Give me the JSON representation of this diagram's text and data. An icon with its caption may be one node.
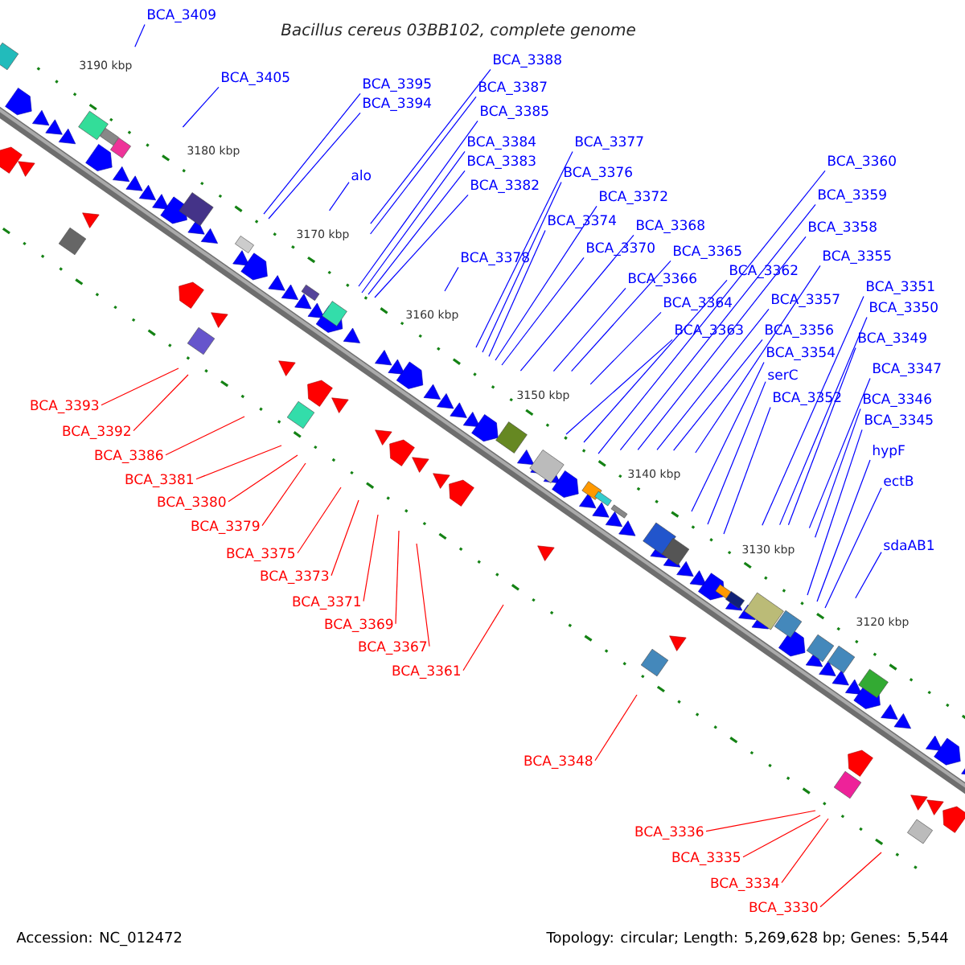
{
  "diagram": {
    "title": "Bacillus cereus 03BB102, complete genome",
    "nodes": [
      {
        "text": [
          "BCA_3409"
        ]
      },
      {
        "text": [
          "BCA_3405"
        ]
      },
      {
        "text": [
          "BCA_3395"
        ]
      },
      {
        "text": [
          "BCA_3394"
        ]
      },
      {
        "text": [
          "BCA_3388"
        ]
      },
      {
        "text": [
          "BCA_3387"
        ]
      },
      {
        "text": [
          "BCA_3385"
        ]
      },
      {
        "text": [
          "BCA_3384"
        ]
      },
      {
        "text": [
          "BCA_3383"
        ]
      },
      {
        "text": [
          "BCA_3382"
        ]
      },
      {
        "text": [
          "BCA_3377"
        ]
      },
      {
        "text": [
          "BCA_3376"
        ]
      },
      {
        "text": [
          "alo"
        ]
      },
      {
        "text": [
          "BCA_3372"
        ]
      },
      {
        "text": [
          "BCA_3374"
        ]
      },
      {
        "text": [
          "BCA_3368"
        ]
      },
      {
        "text": [
          "BCA_3378"
        ]
      },
      {
        "text": [
          "BCA_3370"
        ]
      },
      {
        "text": [
          "BCA_3365"
        ]
      },
      {
        "text": [
          "BCA_3362"
        ]
      },
      {
        "text": [
          "BCA_3366"
        ]
      },
      {
        "text": [
          "BCA_3360"
        ]
      },
      {
        "text": [
          "BCA_3359"
        ]
      },
      {
        "text": [
          "BCA_3358"
        ]
      },
      {
        "text": [
          "BCA_3355"
        ]
      },
      {
        "text": [
          "BCA_3364"
        ]
      },
      {
        "text": [
          "BCA_3357"
        ]
      },
      {
        "text": [
          "BCA_3351"
        ]
      },
      {
        "text": [
          "BCA_3350"
        ]
      },
      {
        "text": [
          "BCA_3363"
        ]
      },
      {
        "text": [
          "BCA_3356"
        ]
      },
      {
        "text": [
          "BCA_3349"
        ]
      },
      {
        "text": [
          "BCA_3354"
        ]
      },
      {
        "text": [
          "serC"
        ]
      },
      {
        "text": [
          "BCA_3347"
        ]
      },
      {
        "text": [
          "BCA_3352"
        ]
      },
      {
        "text": [
          "BCA_3346"
        ]
      },
      {
        "text": [
          "BCA_3345"
        ]
      },
      {
        "text": [
          "hypF"
        ]
      },
      {
        "text": [
          "ectB"
        ]
      },
      {
        "text": [
          "sdaAB1"
        ]
      },
      {
        "text": [
          "BCA_3393"
        ]
      },
      {
        "text": [
          "BCA_3392"
        ]
      },
      {
        "text": [
          "BCA_3386"
        ]
      },
      {
        "text": [
          "BCA_3381"
        ]
      },
      {
        "text": [
          "BCA_3380"
        ]
      },
      {
        "text": [
          "BCA_3379"
        ]
      },
      {
        "text": [
          "BCA_3375"
        ]
      },
      {
        "text": [
          "BCA_3373"
        ]
      },
      {
        "text": [
          "BCA_3371"
        ]
      },
      {
        "text": [
          "BCA_3369"
        ]
      },
      {
        "text": [
          "BCA_3367"
        ]
      },
      {
        "text": [
          "BCA_3361"
        ]
      },
      {
        "text": [
          "BCA_3348"
        ]
      },
      {
        "text": [
          "BCA_3336"
        ]
      },
      {
        "text": [
          "BCA_3335"
        ]
      },
      {
        "text": [
          "BCA_3334"
        ]
      },
      {
        "text": [
          "BCA_3330"
        ]
      }
    ],
    "edges": [
      {
        "from": 0,
        "to": null,
        "arrow": "none"
      },
      {
        "from": 1,
        "to": null,
        "arrow": "none"
      },
      {
        "from": 2,
        "to": null,
        "arrow": "none"
      },
      {
        "from": 3,
        "to": null,
        "arrow": "none"
      },
      {
        "from": 4,
        "to": null,
        "arrow": "none"
      },
      {
        "from": 5,
        "to": null,
        "arrow": "none"
      },
      {
        "from": 6,
        "to": null,
        "arrow": "none"
      },
      {
        "from": 7,
        "to": null,
        "arrow": "none"
      },
      {
        "from": 8,
        "to": null,
        "arrow": "none"
      },
      {
        "from": 9,
        "to": null,
        "arrow": "none"
      },
      {
        "from": 10,
        "to": null,
        "arrow": "none"
      },
      {
        "from": 11,
        "to": null,
        "arrow": "none"
      },
      {
        "from": 12,
        "to": null,
        "arrow": "none"
      },
      {
        "from": 13,
        "to": null,
        "arrow": "none"
      },
      {
        "from": 14,
        "to": null,
        "arrow": "none"
      },
      {
        "from": 15,
        "to": null,
        "arrow": "none"
      },
      {
        "from": 16,
        "to": null,
        "arrow": "none"
      },
      {
        "from": 17,
        "to": null,
        "arrow": "none"
      },
      {
        "from": 18,
        "to": null,
        "arrow": "none"
      },
      {
        "from": 19,
        "to": null,
        "arrow": "none"
      },
      {
        "from": 20,
        "to": null,
        "arrow": "none"
      },
      {
        "from": 21,
        "to": null,
        "arrow": "none"
      },
      {
        "from": 22,
        "to": null,
        "arrow": "none"
      },
      {
        "from": 23,
        "to": null,
        "arrow": "none"
      },
      {
        "from": 24,
        "to": null,
        "arrow": "none"
      },
      {
        "from": 25,
        "to": null,
        "arrow": "none"
      },
      {
        "from": 26,
        "to": null,
        "arrow": "none"
      },
      {
        "from": 27,
        "to": null,
        "arrow": "none"
      },
      {
        "from": 28,
        "to": null,
        "arrow": "none"
      },
      {
        "from": 29,
        "to": null,
        "arrow": "none"
      },
      {
        "from": 30,
        "to": null,
        "arrow": "none"
      },
      {
        "from": 31,
        "to": null,
        "arrow": "none"
      },
      {
        "from": 32,
        "to": null,
        "arrow": "none"
      },
      {
        "from": 33,
        "to": null,
        "arrow": "none"
      },
      {
        "from": 34,
        "to": null,
        "arrow": "none"
      },
      {
        "from": 35,
        "to": null,
        "arrow": "none"
      },
      {
        "from": 36,
        "to": null,
        "arrow": "none"
      },
      {
        "from": 37,
        "to": null,
        "arrow": "none"
      },
      {
        "from": 38,
        "to": null,
        "arrow": "none"
      },
      {
        "from": 39,
        "to": null,
        "arrow": "none"
      },
      {
        "from": 40,
        "to": null,
        "arrow": "none"
      },
      {
        "from": 41,
        "to": null,
        "arrow": "none",
        "color": "#ff0000"
      },
      {
        "from": 42,
        "to": null,
        "arrow": "none",
        "color": "#ff0000"
      },
      {
        "from": 43,
        "to": null,
        "arrow": "none",
        "color": "#ff0000"
      },
      {
        "from": 44,
        "to": null,
        "arrow": "none",
        "color": "#ff0000"
      },
      {
        "from": 45,
        "to": null,
        "arrow": "none",
        "color": "#ff0000"
      },
      {
        "from": 46,
        "to": null,
        "arrow": "none",
        "color": "#ff0000"
      },
      {
        "from": 47,
        "to": null,
        "arrow": "none",
        "color": "#ff0000"
      },
      {
        "from": 48,
        "to": null,
        "arrow": "none",
        "color": "#ff0000"
      },
      {
        "from": 49,
        "to": null,
        "arrow": "none",
        "color": "#ff0000"
      },
      {
        "from": 50,
        "to": null,
        "arrow": "none",
        "color": "#ff0000"
      },
      {
        "from": 51,
        "to": null,
        "arrow": "none",
        "color": "#ff0000"
      },
      {
        "from": 52,
        "to": null,
        "arrow": "none",
        "color": "#ff0000"
      },
      {
        "from": 53,
        "to": null,
        "arrow": "none",
        "color": "#ff0000"
      },
      {
        "from": 54,
        "to": null,
        "arrow": "none",
        "color": "#ff0000"
      },
      {
        "from": 55,
        "to": null,
        "arrow": "none",
        "color": "#ff0000"
      },
      {
        "from": 56,
        "to": null,
        "arrow": "none",
        "color": "#ff0000"
      },
      {
        "from": 57,
        "to": null,
        "arrow": "none",
        "color": "#ff0000"
      }
    ],
    "labels": [
      "3190 kbp",
      "3180 kbp",
      "3170 kbp",
      "3160 kbp",
      "3150 kbp",
      "3140 kbp",
      "3130 kbp",
      "3120 kbp",
      "Accession: NC_012472",
      "Topology: circular; Length: 5,269,628 bp; Genes: 5,544"
    ]
  }
}
